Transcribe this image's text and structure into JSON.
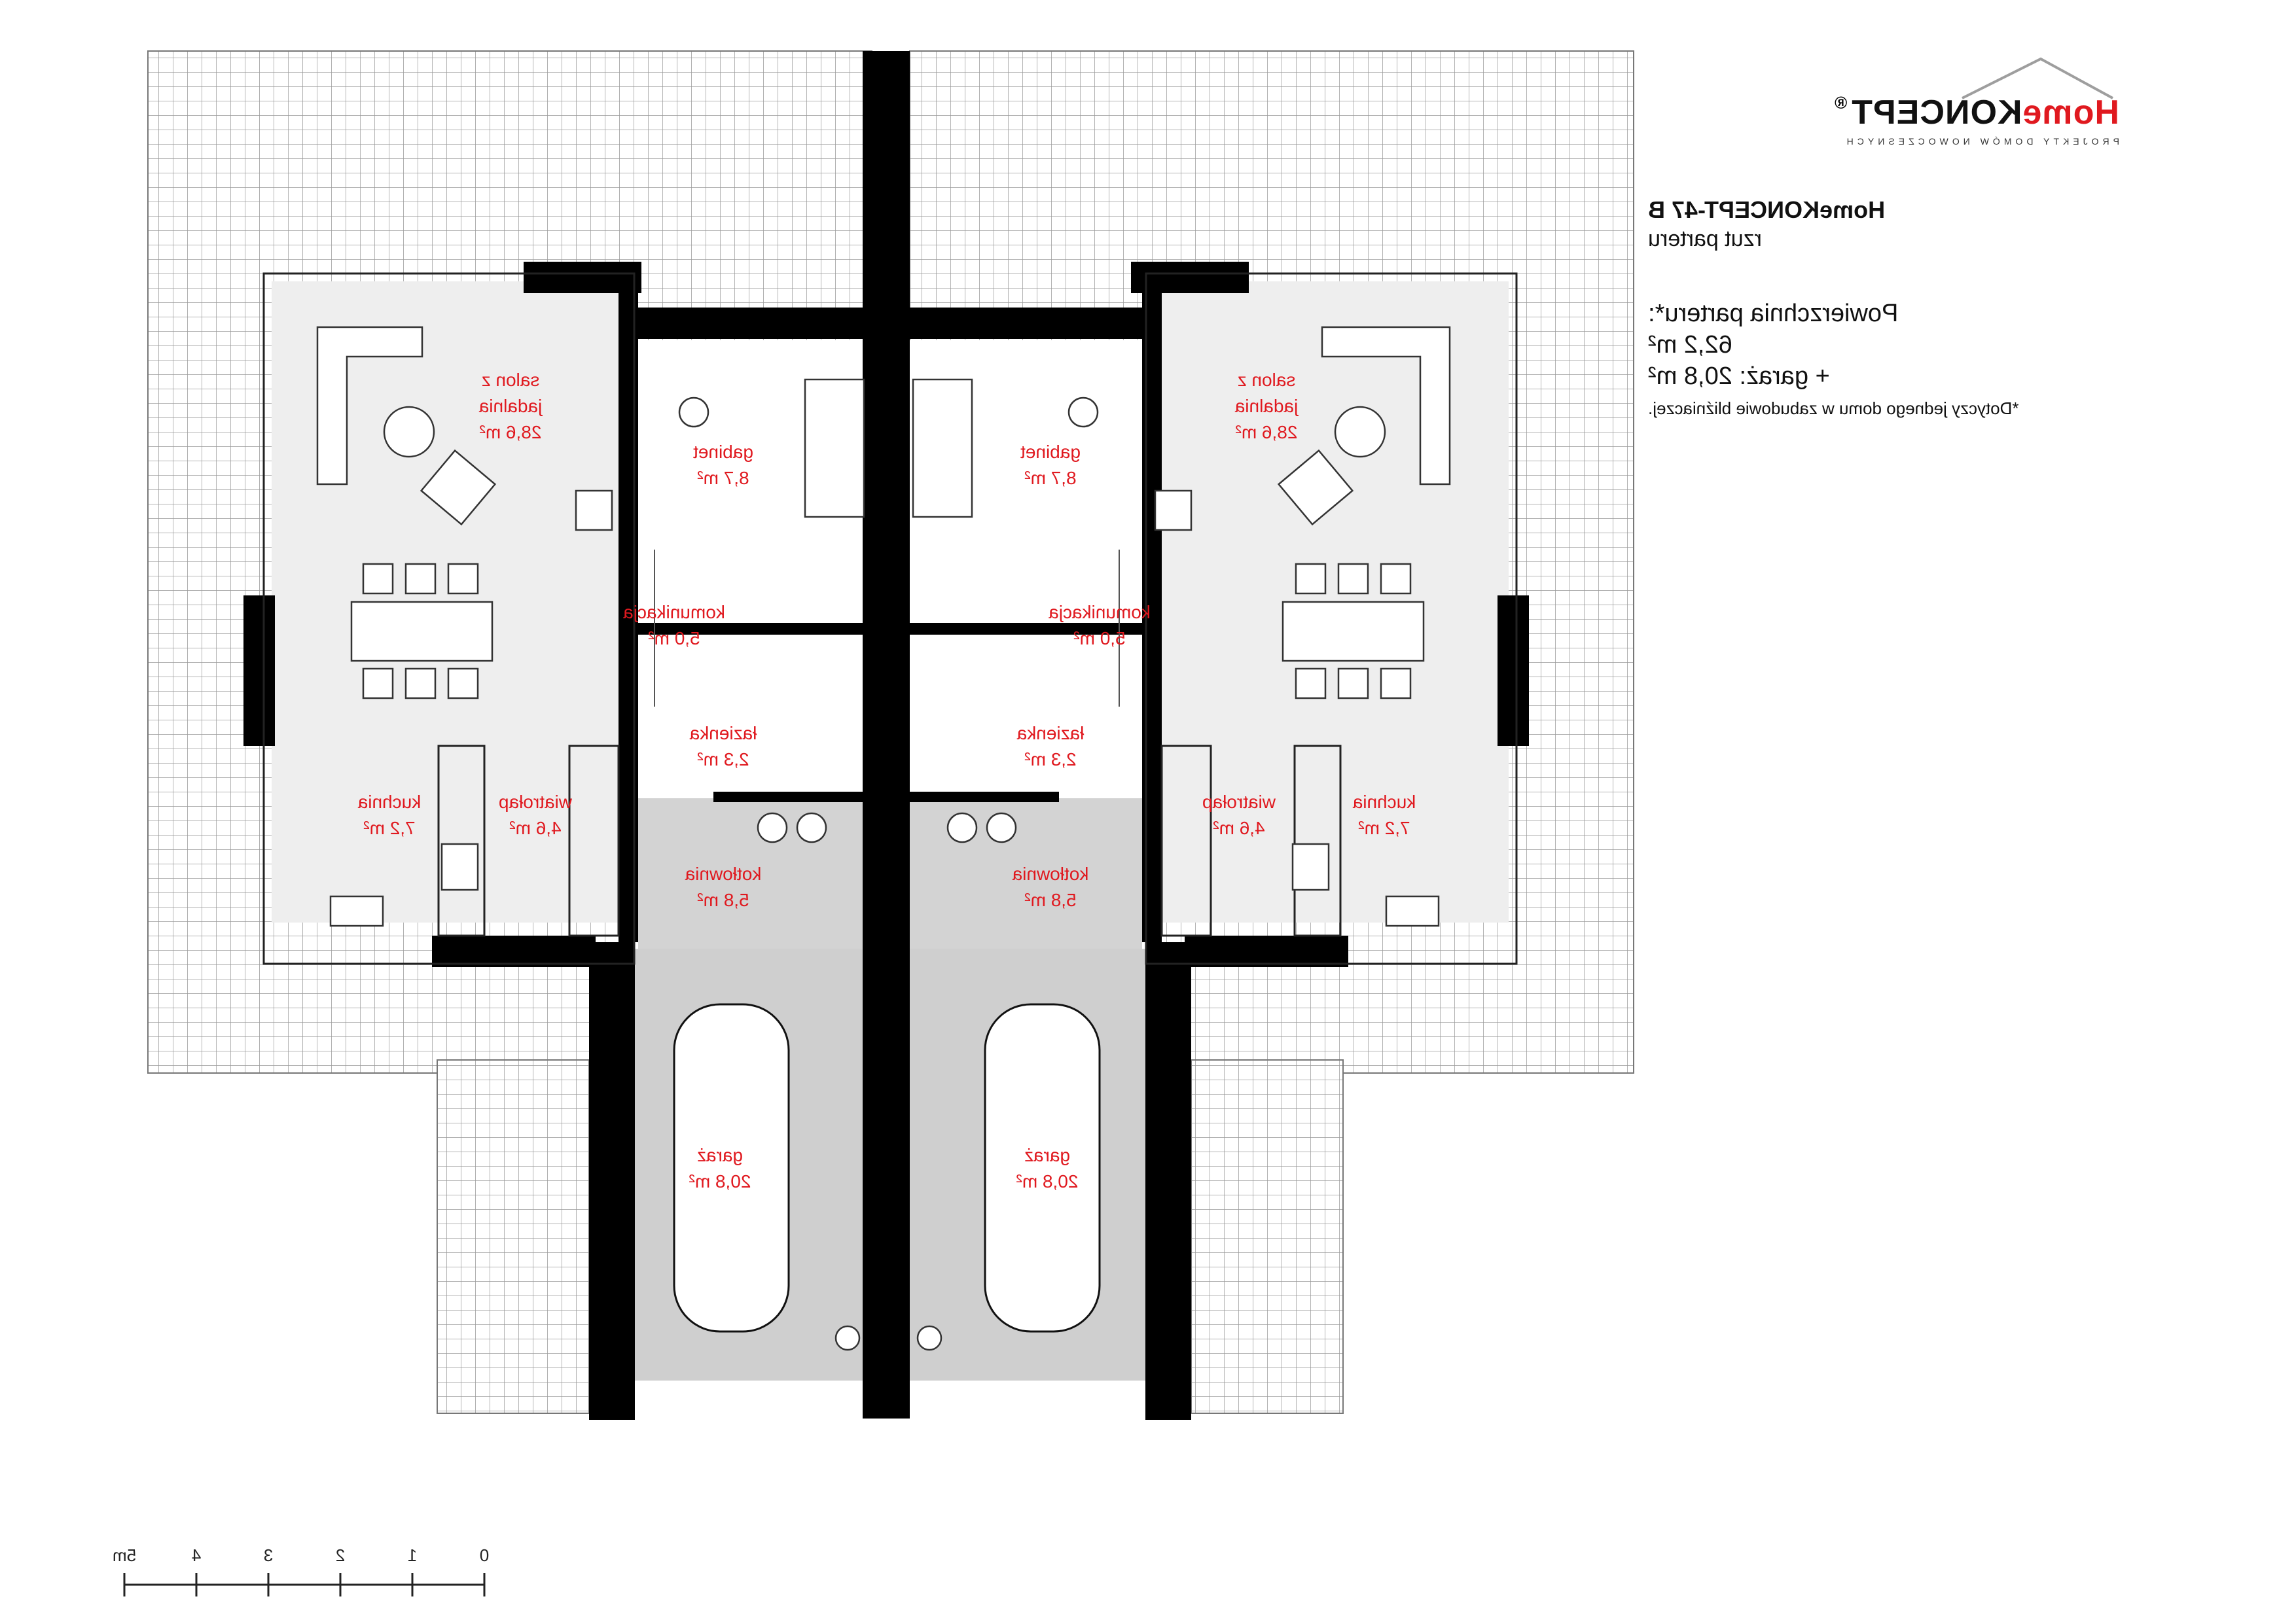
{
  "brand": {
    "logo_home": "Home",
    "logo_koncept": "KONCEPT",
    "registered": "®",
    "tagline": "PROJEKTY DOMÓW NOWOCZESNYCH",
    "accent_color": "#e0191f"
  },
  "project": {
    "name": "HomeKONCEPT-47 B",
    "plan_name": "rzut parteru"
  },
  "area_summary": {
    "label": "Powierzchnia parteru*:",
    "value": "62,2 m²",
    "garage": "+ garaż: 20,8 m²",
    "note": "*Dotyczy jednego domu w zabudowie bliźniaczej."
  },
  "rooms_left": [
    {
      "line1": "salon z",
      "line2": "jadalnia",
      "line3": "28,6 m²"
    },
    {
      "line1": "gabinet",
      "line2": "8,7 m²"
    },
    {
      "line1": "komunikacja",
      "line2": "5,0 m²"
    },
    {
      "line1": "łazienka",
      "line2": "2,3 m²"
    },
    {
      "line1": "kuchnia",
      "line2": "7,2 m²"
    },
    {
      "line1": "wiatrołap",
      "line2": "4,6 m²"
    },
    {
      "line1": "kotłownia",
      "line2": "5,8 m²"
    },
    {
      "line1": "garaż",
      "line2": "20,8 m²"
    }
  ],
  "rooms_right": [
    {
      "line1": "salon z",
      "line2": "jadalnia",
      "line3": "28,6 m²"
    },
    {
      "line1": "gabinet",
      "line2": "8,7 m²"
    },
    {
      "line1": "komunikacja",
      "line2": "5,0 m²"
    },
    {
      "line1": "łazienka",
      "line2": "2,3 m²"
    },
    {
      "line1": "kuchnia",
      "line2": "7,2 m²"
    },
    {
      "line1": "wiatrołap",
      "line2": "4,6 m²"
    },
    {
      "line1": "kotłownia",
      "line2": "5,8 m²"
    },
    {
      "line1": "garaż",
      "line2": "20,8 m²"
    }
  ],
  "scale_bar": {
    "ticks": [
      "0",
      "1",
      "2",
      "3",
      "4",
      "5m"
    ]
  }
}
